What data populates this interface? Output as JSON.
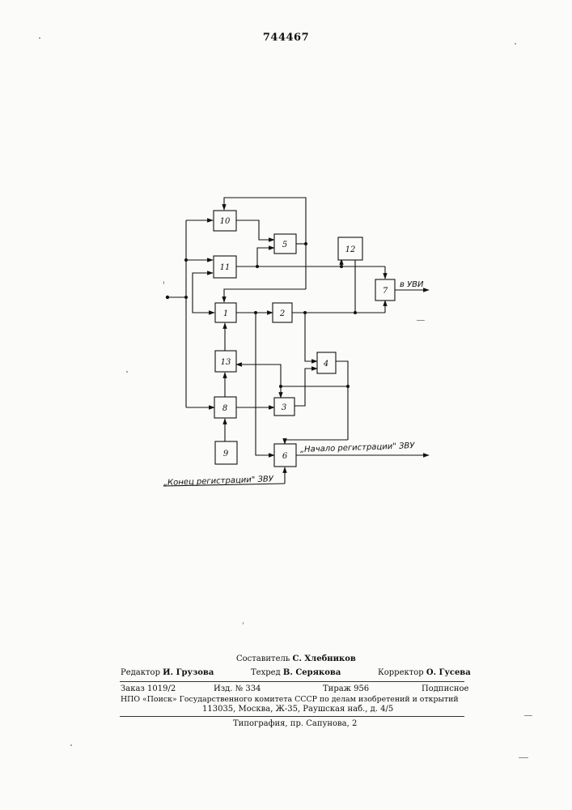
{
  "doc_number": "744467",
  "diagram": {
    "blocks": {
      "b1": "1",
      "b2": "2",
      "b3": "3",
      "b4": "4",
      "b5": "5",
      "b6": "6",
      "b7": "7",
      "b8": "8",
      "b9": "9",
      "b10": "10",
      "b11": "11",
      "b12": "12",
      "b13": "13"
    },
    "out_uvi": "в УВИ",
    "start_reg": "„Начало регистрации\" ЗВУ",
    "end_reg": "„Конец  регистрации\" ЗВУ"
  },
  "imprint": {
    "compiler_role": "Составитель",
    "compiler_name": "С. Хлебников",
    "editor_role": "Редактор",
    "editor_name": "И. Грузова",
    "techred_role": "Техред",
    "techred_name": "В. Серякова",
    "corrector_role": "Корректор",
    "corrector_name": "О. Гусева",
    "order": "Заказ 1019/2",
    "edition": "Изд. № 334",
    "print_run": "Тираж 956",
    "subscription": "Подписное",
    "publisher": "НПО «Поиск» Государственного комитета СССР по делам изобретений и открытий",
    "address": "113035, Москва, Ж-35, Раушская наб., д. 4/5",
    "printer": "Типография, пр. Сапунова, 2"
  }
}
